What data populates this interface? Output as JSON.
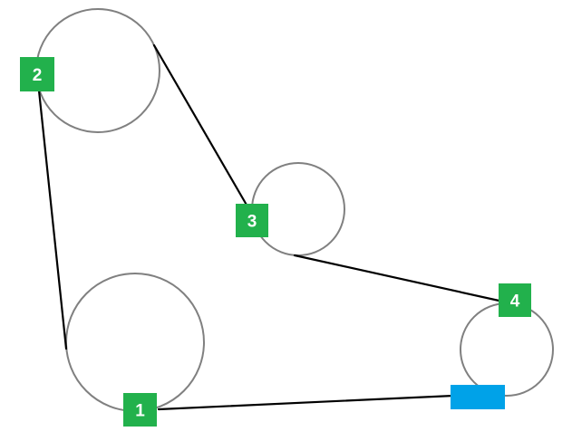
{
  "colors": {
    "background": "#ffffff",
    "pulley_stroke": "#808080",
    "belt": "#000000",
    "marker_fill": "#22b14c",
    "marker_text": "#ffffff",
    "tensioner_fill": "#00a2e8"
  },
  "markers": [
    {
      "id": "1",
      "label": "1"
    },
    {
      "id": "2",
      "label": "2"
    },
    {
      "id": "3",
      "label": "3"
    },
    {
      "id": "4",
      "label": "4"
    }
  ],
  "tensioner": {
    "shape": "rectangle"
  }
}
